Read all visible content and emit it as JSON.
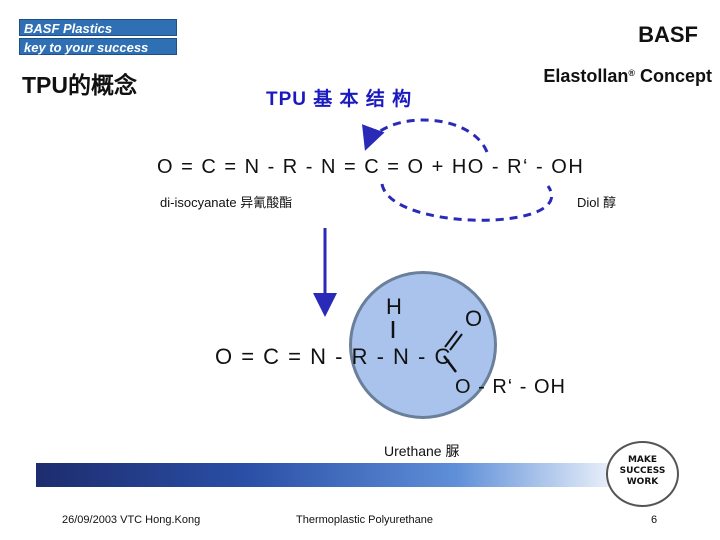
{
  "header": {
    "brand_line1": "BASF Plastics",
    "brand_line2": "key to your success",
    "logo_text": "BASF",
    "brand_color": "#2f6fb3"
  },
  "slide": {
    "title": "TPU的概念",
    "concept_prefix": "Elastollan",
    "concept_registered": "®",
    "concept_suffix": " Concept",
    "chinese_title": "TPU  基 本 结 构"
  },
  "reaction": {
    "formula_top": "O = C = N - R - N = C = O   +   HO - R‘ - OH",
    "label_diisocyanate": "di-isocyanate 异氰酸酯",
    "label_diol": "Diol 醇",
    "atom_h": "H",
    "atom_o": "O",
    "formula_bottom": "O = C = N - R - N - C",
    "tail": "O - R‘ - OH",
    "label_urethane": "Urethane 脲",
    "highlight_color": "#a9c3ec",
    "arrow_color": "#2a2ab8"
  },
  "badge": {
    "line1": "MAKE",
    "line2": "SUCCESS",
    "line3": "WORK"
  },
  "footer": {
    "date_location": "26/09/2003 VTC Hong.Kong",
    "center_text": "Thermoplastic Polyurethane",
    "page_number": "6"
  }
}
